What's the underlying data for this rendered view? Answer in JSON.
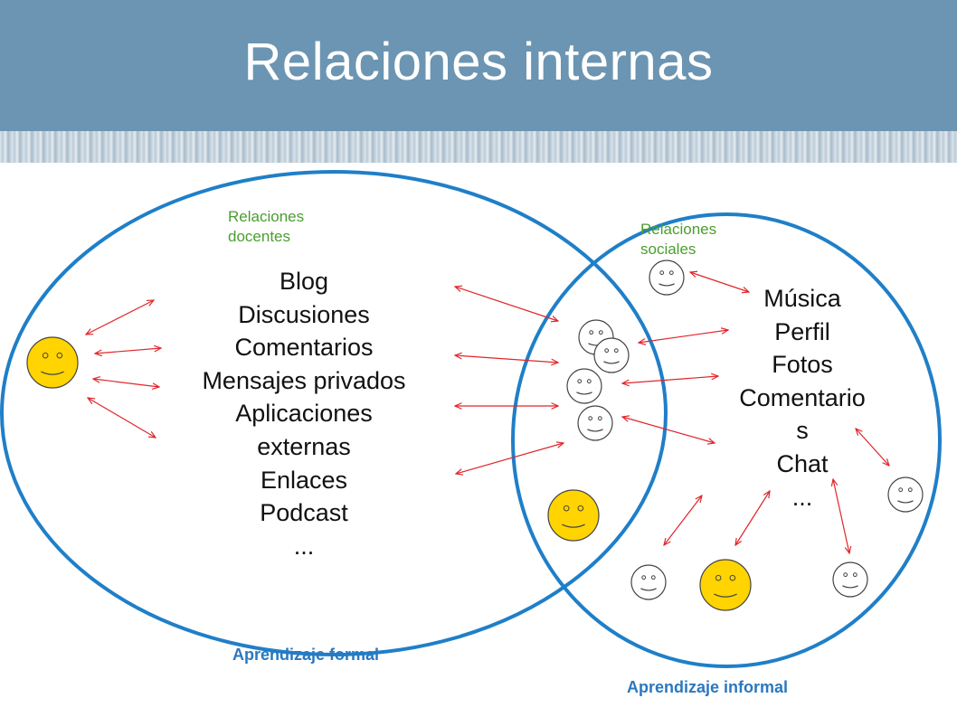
{
  "title": "Relaciones internas",
  "formal": {
    "label": "Aprendizaje formal",
    "group_label": "Relaciones docentes",
    "items": [
      "Blog",
      "Discusiones",
      "Comentarios",
      "Mensajes privados",
      "Aplicaciones",
      "externas",
      "Enlaces",
      "Podcast",
      "..."
    ]
  },
  "informal": {
    "label": "Aprendizaje informal",
    "group_label": "Relaciones sociales",
    "items": [
      "Música",
      "Perfil",
      "Fotos",
      "Comentario",
      "s",
      "Chat",
      "..."
    ]
  },
  "colors": {
    "header": "#6b95b2",
    "circle": "#1f7fc8",
    "arrow": "#e0262a",
    "face_yellow": "#ffd400",
    "green_text": "#4a9e2e",
    "blue_text": "#2a78c0"
  },
  "icons": [
    "smiley-face-icon",
    "arrow-icon"
  ]
}
